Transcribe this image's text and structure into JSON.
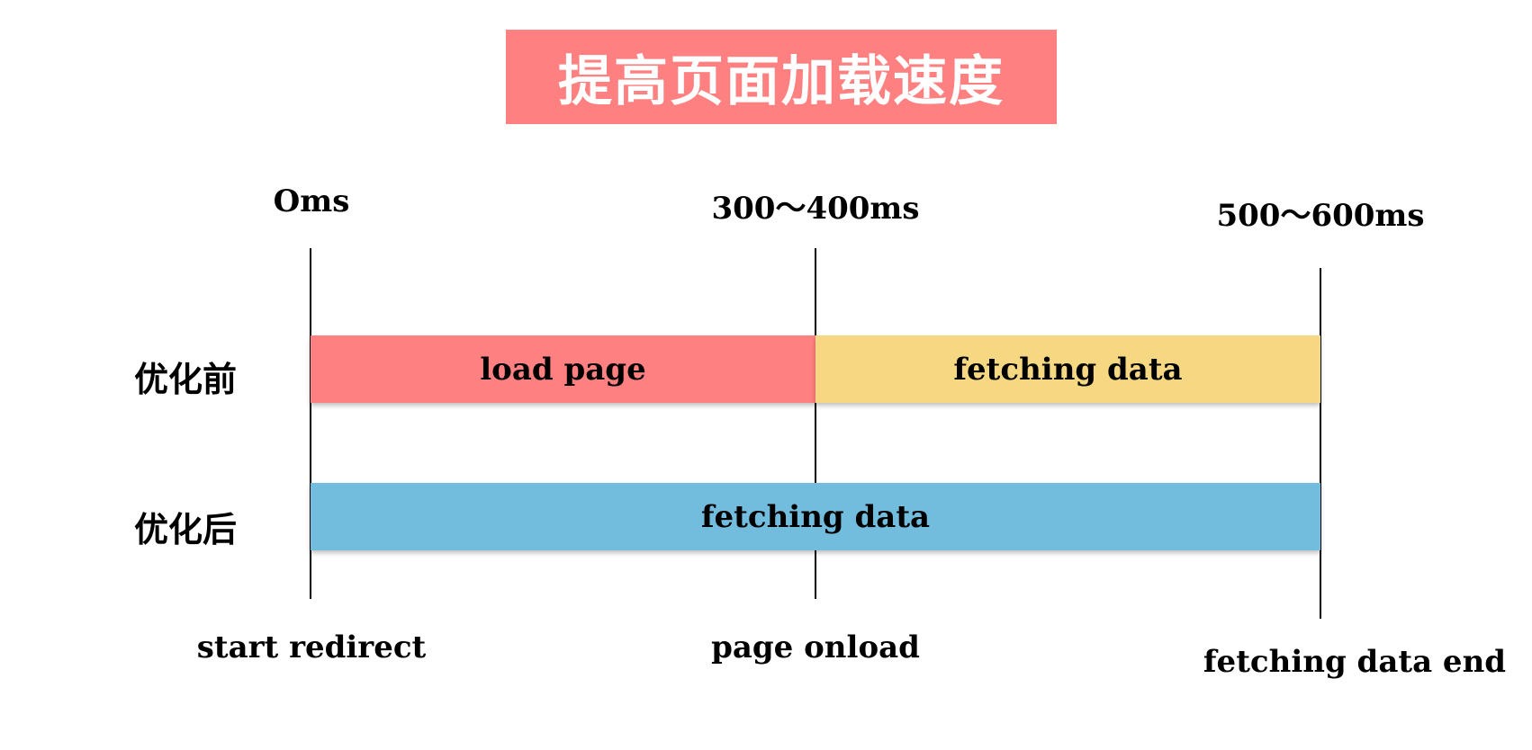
{
  "title": "提高页面加载速度",
  "colors": {
    "title_bg": "#ff8080",
    "load_page": "#ff8080",
    "fetching_before": "#f7d882",
    "fetching_after": "#72bcde",
    "line": "#000000"
  },
  "timeline": {
    "top_labels": [
      "Oms",
      "300～400ms",
      "500～600ms"
    ],
    "bottom_labels": [
      "start redirect",
      "page onload",
      "fetching data end"
    ]
  },
  "rows": [
    {
      "label": "优化前",
      "segments": [
        {
          "label": "load page",
          "start": "Oms",
          "end": "300～400ms",
          "color": "#ff8080"
        },
        {
          "label": "fetching data",
          "start": "300～400ms",
          "end": "500～600ms",
          "color": "#f7d882"
        }
      ]
    },
    {
      "label": "优化后",
      "segments": [
        {
          "label": "fetching data",
          "start": "Oms",
          "end": "500～600ms",
          "color": "#72bcde"
        }
      ]
    }
  ]
}
